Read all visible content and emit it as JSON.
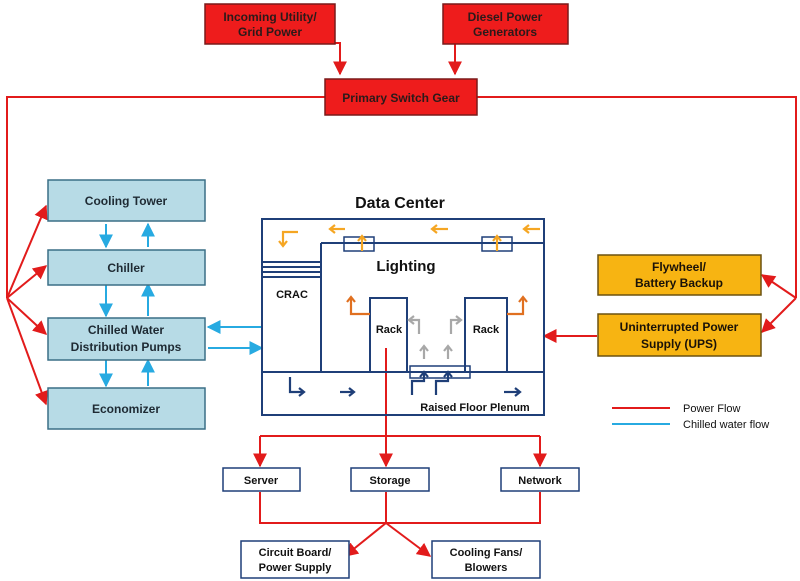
{
  "colors": {
    "power": "#e21b1b",
    "water": "#27aae1",
    "red_box": "#ee1c1c",
    "blue_box": "#b7dbe6",
    "yellow_box": "#f7b412",
    "navy": "#1f3f78",
    "orange": "#f5a623",
    "rust": "#e07020",
    "gray": "#a8a8a8"
  },
  "sources": {
    "utility": [
      "Incoming Utility/",
      "Grid Power"
    ],
    "diesel": [
      "Diesel Power",
      "Generators"
    ],
    "switch_gear": "Primary Switch Gear"
  },
  "cooling": {
    "tower": "Cooling Tower",
    "chiller": "Chiller",
    "pumps": [
      "Chilled Water",
      "Distribution Pumps"
    ],
    "economizer": "Economizer"
  },
  "data_center": {
    "title": "Data Center",
    "lighting": "Lighting",
    "crac": "CRAC",
    "rack_left": "Rack",
    "rack_right": "Rack",
    "plenum": "Raised Floor Plenum"
  },
  "backup": {
    "flywheel": [
      "Flywheel/",
      "Battery Backup"
    ],
    "ups": [
      "Uninterrupted Power",
      "Supply (UPS)"
    ]
  },
  "it_equipment": {
    "server": "Server",
    "storage": "Storage",
    "network": "Network",
    "circuit_board": [
      "Circuit Board/",
      "Power Supply"
    ],
    "cooling_fans": [
      "Cooling Fans/",
      "Blowers"
    ]
  },
  "legend": {
    "power_flow": "Power Flow",
    "chilled_water_flow": "Chilled water flow"
  }
}
